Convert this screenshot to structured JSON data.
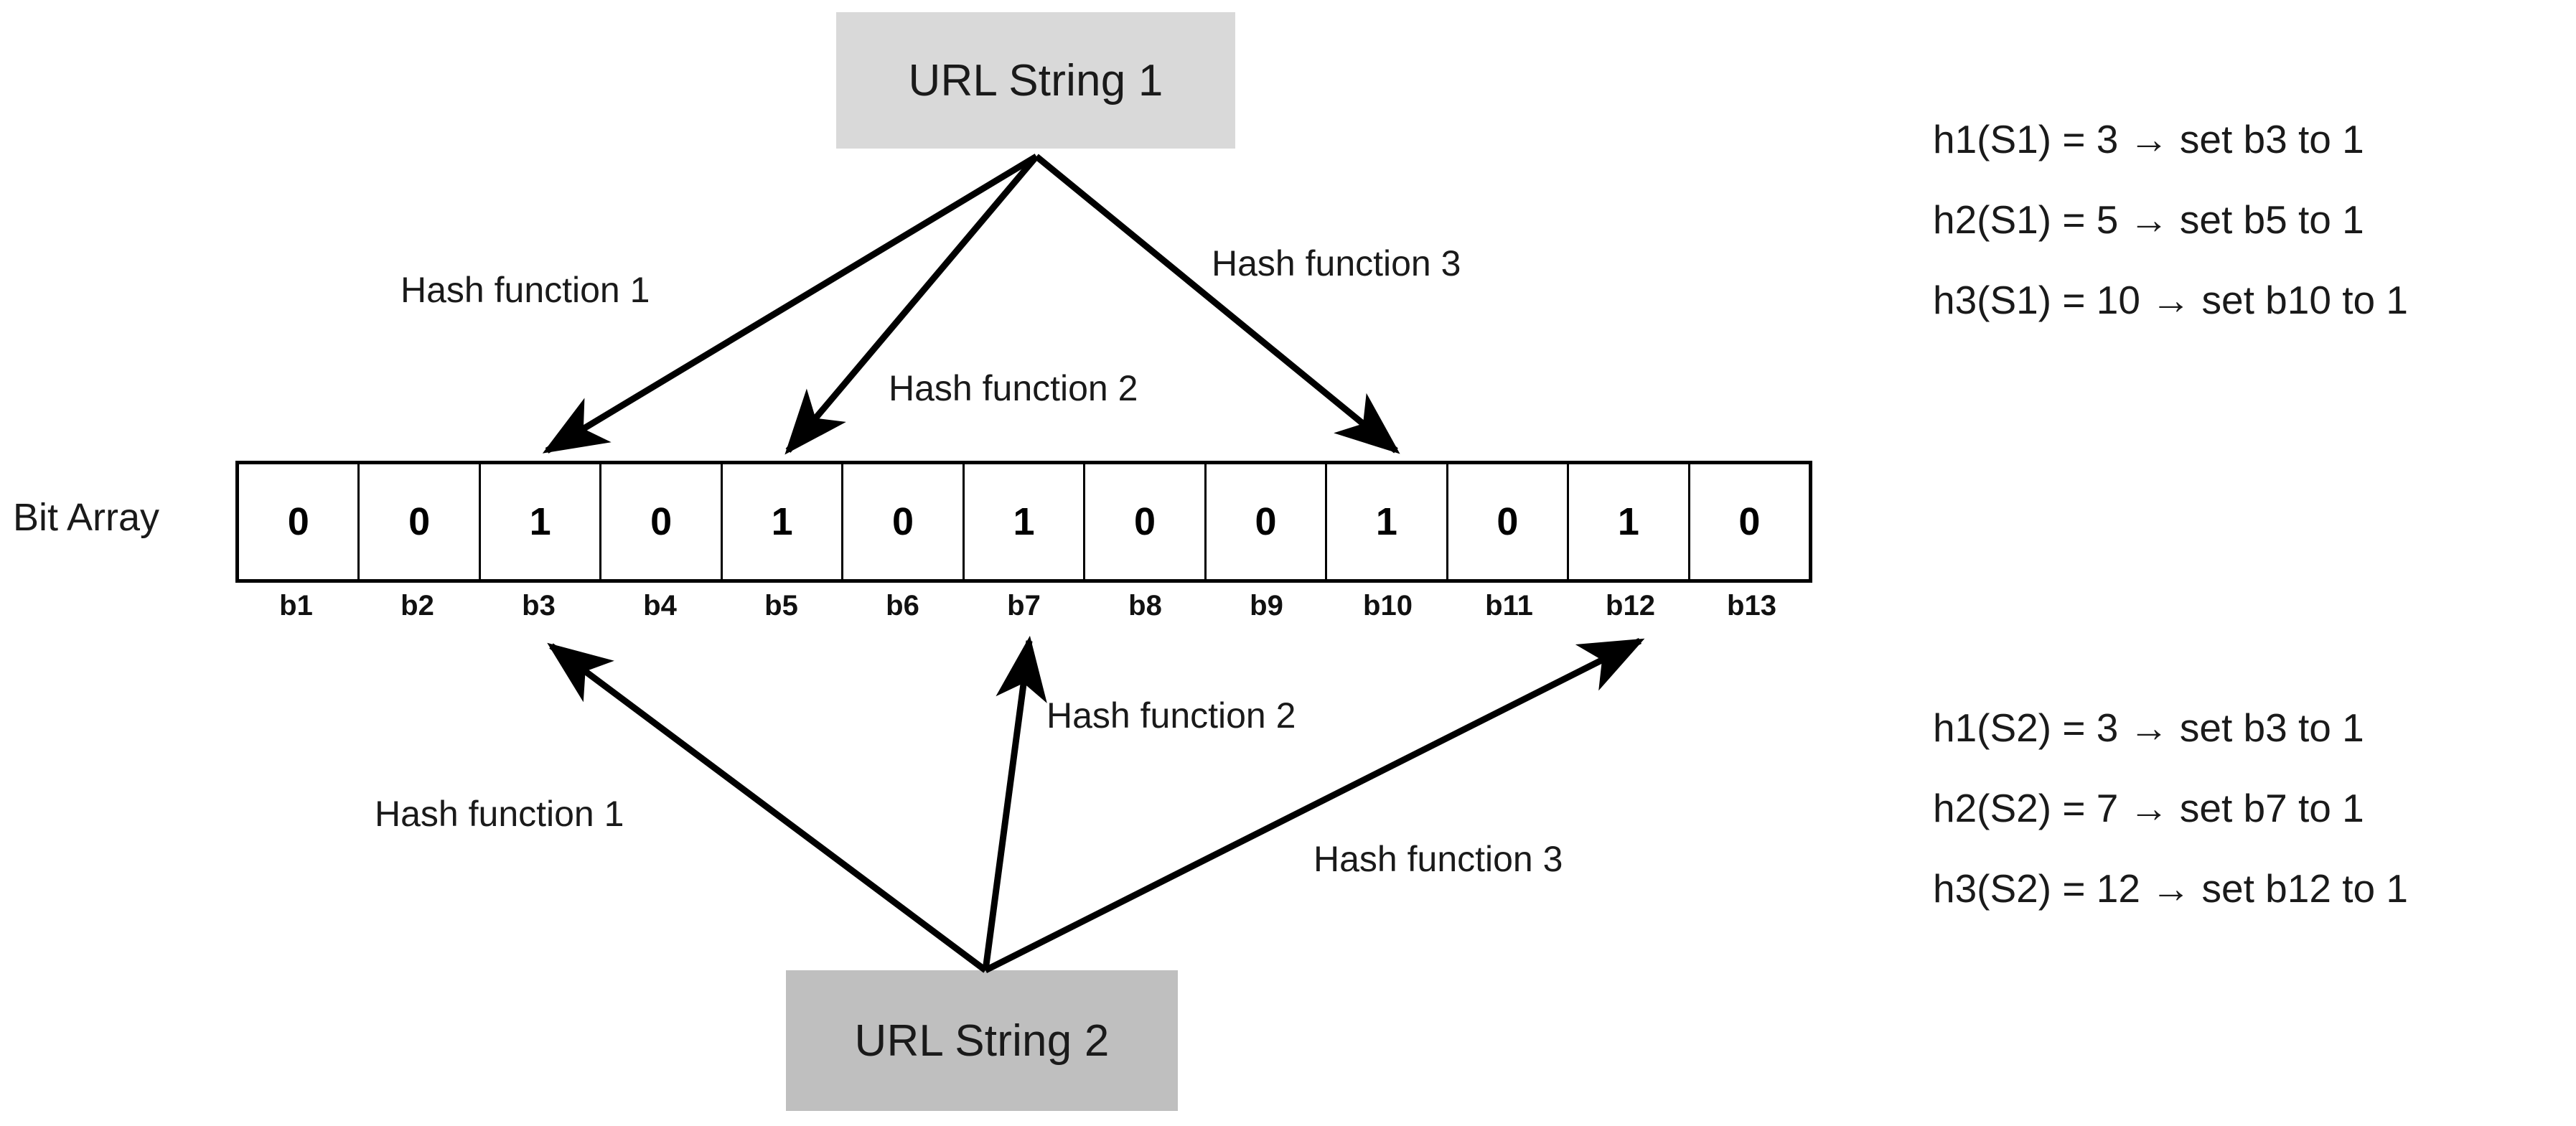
{
  "diagram": {
    "title_nodes": {
      "source_1": "URL String 1",
      "source_2": "URL String 2"
    },
    "bit_array": {
      "label": "Bit Array",
      "size": 13,
      "bits": [
        "0",
        "0",
        "1",
        "0",
        "1",
        "0",
        "1",
        "0",
        "0",
        "1",
        "0",
        "1",
        "0"
      ],
      "index_labels": [
        "b1",
        "b2",
        "b3",
        "b4",
        "b5",
        "b6",
        "b7",
        "b8",
        "b9",
        "b10",
        "b11",
        "b12",
        "b13"
      ]
    },
    "arrow_labels": {
      "top_h1": "Hash function 1",
      "top_h2": "Hash function 2",
      "top_h3": "Hash function 3",
      "bottom_h1": "Hash function 1",
      "bottom_h2": "Hash function 2",
      "bottom_h3": "Hash function 3"
    },
    "equations_s1": [
      "h1(S1) = 3 → set b3 to 1",
      "h2(S1) = 5 → set b5 to 1",
      "h3(S1) = 10 → set b10 to 1"
    ],
    "equations_s2": [
      "h1(S2) = 3 → set b3 to 1",
      "h2(S2) = 7 → set b7 to 1",
      "h3(S2) = 12 → set b12 to 1"
    ],
    "colors": {
      "source_1_fill": "#d9d9d9",
      "source_2_fill": "#bfbfbf",
      "stroke": "#000000",
      "text": "#1a1a1a",
      "background": "#ffffff"
    }
  }
}
